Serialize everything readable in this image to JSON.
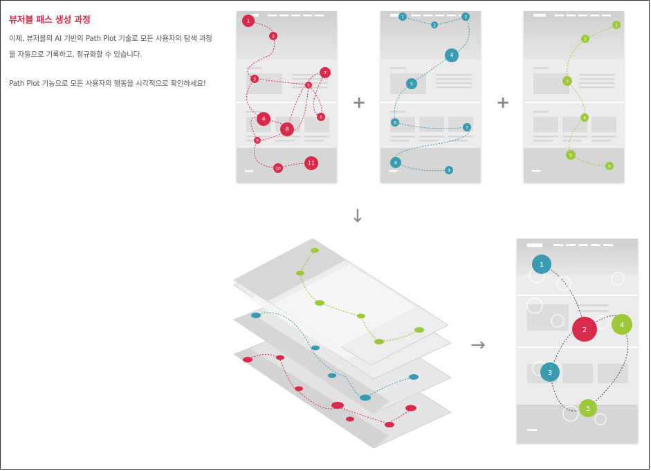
{
  "title": "뷰저블 패스 생성 과정",
  "desc1": "이제, 뷰저블의 AI 기반의 Path Plot 기술로 모든 사용자의 탐색 과정을 자동으로 기록하고, 정규화할 수 있습니다.",
  "desc2": "Path Plot 기능으로 모든 사용자의 행동을 시각적으로 확인하세요!",
  "operators": {
    "plus": "+",
    "down": "↓",
    "right": "→"
  },
  "colors": {
    "red": "#d82a4a",
    "teal": "#3a9ab0",
    "green": "#9cc83a",
    "page": "#ececec",
    "block": "#dcdcdc"
  },
  "paths": [
    {
      "name": "red-path",
      "labels": [
        "1",
        "2",
        "3",
        "4",
        "5",
        "6",
        "7",
        "8",
        "9",
        "10",
        "11"
      ]
    },
    {
      "name": "teal-path",
      "labels": [
        "1",
        "2",
        "3",
        "4",
        "5",
        "6",
        "7",
        "8",
        "9"
      ]
    },
    {
      "name": "green-path",
      "labels": [
        "1",
        "2",
        "3",
        "4",
        "5",
        "6"
      ]
    }
  ],
  "result_labels": [
    "1",
    "2",
    "3",
    "4",
    "5"
  ]
}
